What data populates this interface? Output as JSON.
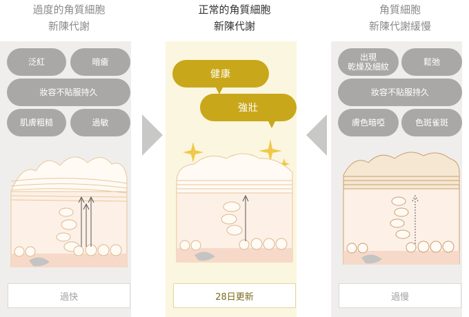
{
  "columns": [
    {
      "title_line1": "過度的角質細胞",
      "title_line2": "新陳代謝",
      "tags": [
        "泛紅",
        "暗瘡",
        "妝容不貼服持久",
        "肌膚粗糙",
        "過敏"
      ],
      "result": "過快"
    },
    {
      "title_line1": "正常的角質細胞",
      "title_line2": "新陳代謝",
      "bubbles": [
        "健康",
        "強壯"
      ],
      "result": "28日更新"
    },
    {
      "title_line1": "角質細胞",
      "title_line2": "新陳代謝緩慢",
      "tags": [
        "出現",
        "乾燥及細紋",
        "鬆弛",
        "妝容不貼服持久",
        "膚色暗啞",
        "色斑雀斑"
      ],
      "result": "過慢"
    }
  ],
  "colors": {
    "panel_gray": "#efeeec",
    "panel_cream": "#fbf6df",
    "tag_gray": "#a9a8a6",
    "bubble_gold": "#c9a71a",
    "skin_line": "#e7c79b",
    "skin_fill": "#fbe6d6",
    "arrow_gray": "#c8c8c6"
  }
}
